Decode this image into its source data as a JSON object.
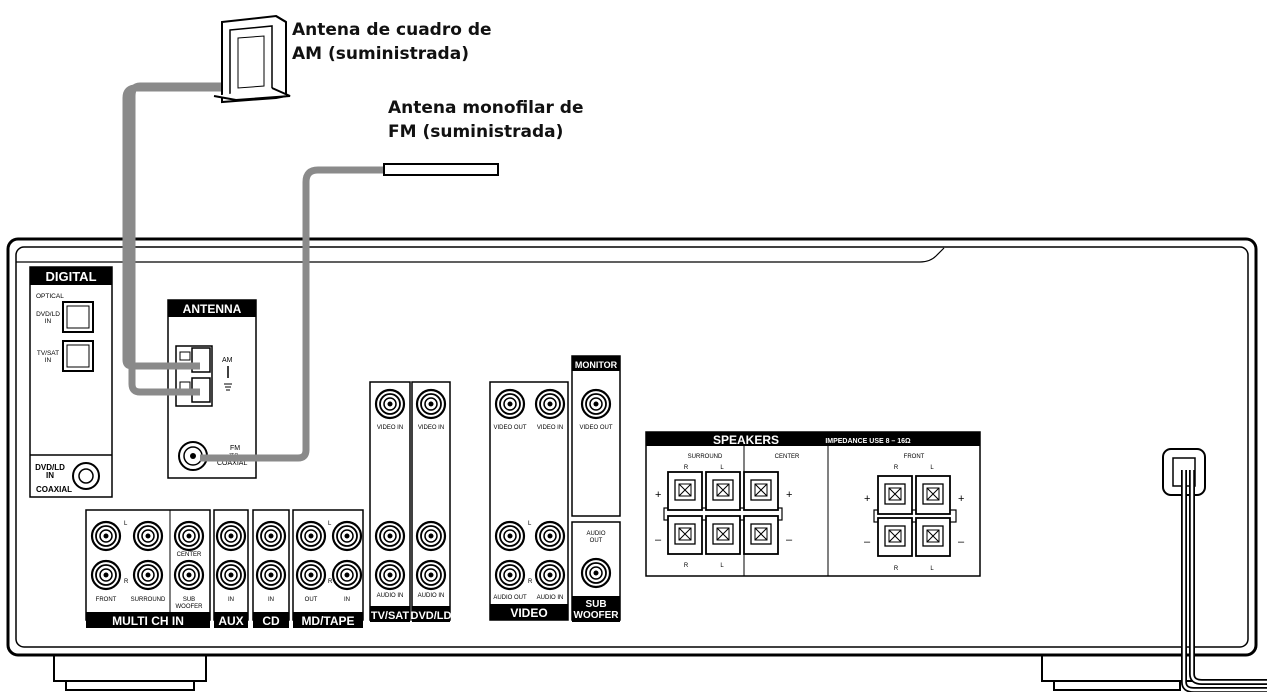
{
  "callouts": {
    "am_antenna": {
      "line1": "Antena de cuadro de",
      "line2": "AM (suministrada)"
    },
    "fm_antenna": {
      "line1": "Antena monofilar de",
      "line2": "FM (suministrada)"
    }
  },
  "panel": {
    "digital": {
      "title": "DIGITAL",
      "optical_label": "OPTICAL",
      "dvd_ld_line1": "DVD/LD",
      "dvd_ld_line2": "IN",
      "tv_sat_line1": "TV/SAT",
      "tv_sat_line2": "IN",
      "coax_line1": "DVD/LD",
      "coax_line2": "IN",
      "coax_line3": "COAXIAL"
    },
    "antenna": {
      "title": "ANTENNA",
      "am_label": "AM",
      "fm_label": "FM",
      "fm_ohm": "75Ω",
      "fm_coaxial": "COAXIAL"
    },
    "multi_ch_in": {
      "title": "MULTI CH IN",
      "l": "L",
      "r": "R",
      "front": "FRONT",
      "surround": "SURROUND",
      "center": "CENTER",
      "sub1": "SUB",
      "sub2": "WOOFER"
    },
    "aux": {
      "title": "AUX",
      "in": "IN"
    },
    "cd": {
      "title": "CD",
      "in": "IN"
    },
    "md_tape": {
      "title": "MD/TAPE",
      "out": "OUT",
      "in": "IN",
      "l": "L",
      "r": "R"
    },
    "tv_sat": {
      "title": "TV/SAT",
      "video_in": "VIDEO IN",
      "audio_in": "AUDIO IN"
    },
    "dvd_ld": {
      "title": "DVD/LD",
      "video_in": "VIDEO IN",
      "audio_in": "AUDIO IN"
    },
    "video": {
      "title": "VIDEO",
      "video_out": "VIDEO OUT",
      "video_in": "VIDEO IN",
      "audio_out": "AUDIO OUT",
      "audio_in": "AUDIO IN",
      "l": "L",
      "r": "R"
    },
    "monitor": {
      "title": "MONITOR",
      "video_out": "VIDEO OUT"
    },
    "sub_woofer": {
      "title1": "SUB",
      "title2": "WOOFER",
      "audio1": "AUDIO",
      "audio2": "OUT"
    },
    "speakers": {
      "title": "SPEAKERS",
      "impedance": "IMPEDANCE USE 8 – 16Ω",
      "surround": "SURROUND",
      "center": "CENTER",
      "front": "FRONT",
      "r": "R",
      "l": "L",
      "plus": "+",
      "minus": "–"
    }
  }
}
